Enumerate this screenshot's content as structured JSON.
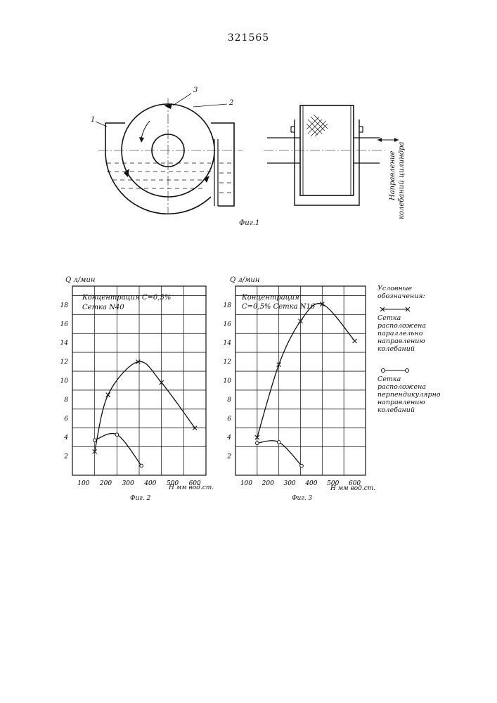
{
  "header": {
    "patent_number": "321565"
  },
  "fig1": {
    "caption": "Фиг.1",
    "callouts": [
      "1",
      "2",
      "3"
    ],
    "direction_label": [
      "Направление",
      "колебаний цилиндра"
    ]
  },
  "fig2": {
    "caption": "Фиг. 2",
    "ylabel": "Q л/мин",
    "xlabel": "H мм вод.ст.",
    "notes": [
      "Концентрация С=0,5%",
      "Сетка N40"
    ]
  },
  "fig3": {
    "caption": "Фиг. 3",
    "ylabel": "Q л/мин",
    "xlabel": "H мм вод.ст.",
    "notes": [
      "Концентрация",
      "С=0,5% Сетка N16"
    ]
  },
  "legend": {
    "title": [
      "Условные",
      "обозначения:"
    ],
    "parallel": [
      "Сетка",
      "расположена",
      "параллельно",
      "направлению",
      "колебаний"
    ],
    "perpendicular": [
      "Сетка",
      "расположена",
      "перпендикулярно",
      "направлению",
      "колебаний"
    ]
  },
  "chart_data": [
    {
      "type": "line",
      "xlabel": "H мм вод.ст.",
      "ylabel": "Q л/мин",
      "xticks": [
        100,
        200,
        300,
        400,
        500,
        600
      ],
      "yticks": [
        2,
        4,
        6,
        8,
        10,
        12,
        14,
        16,
        18
      ],
      "xlim": [
        50,
        650
      ],
      "ylim": [
        0,
        20
      ],
      "series": [
        {
          "style": "x-markers",
          "x": [
            150,
            210,
            345,
            450,
            600
          ],
          "y": [
            2.5,
            8.5,
            12.0,
            9.8,
            5.0
          ]
        },
        {
          "style": "circle-markers",
          "x": [
            150,
            250,
            360
          ],
          "y": [
            3.7,
            4.3,
            1.0
          ]
        }
      ]
    },
    {
      "type": "line",
      "xlabel": "H мм вод.ст.",
      "ylabel": "Q л/мин",
      "xticks": [
        100,
        200,
        300,
        400,
        500,
        600
      ],
      "yticks": [
        2,
        4,
        6,
        8,
        10,
        12,
        14,
        16,
        18
      ],
      "xlim": [
        50,
        650
      ],
      "ylim": [
        0,
        20
      ],
      "series": [
        {
          "style": "x-markers",
          "x": [
            150,
            250,
            350,
            450,
            600
          ],
          "y": [
            4.0,
            11.7,
            16.3,
            18.1,
            14.2
          ]
        },
        {
          "style": "circle-markers",
          "x": [
            150,
            250,
            355
          ],
          "y": [
            3.4,
            3.5,
            1.0
          ]
        }
      ]
    }
  ]
}
